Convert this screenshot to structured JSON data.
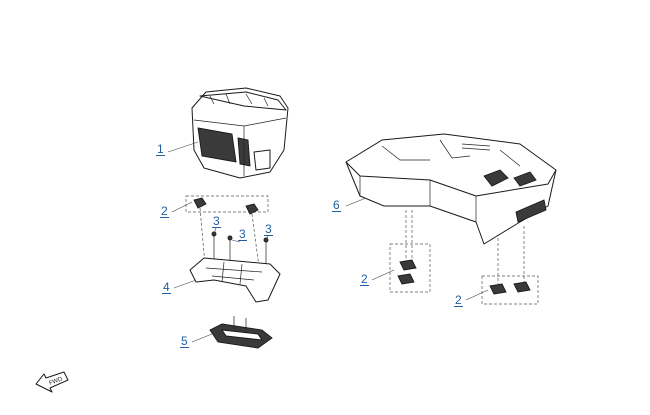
{
  "callouts": {
    "c1": "1",
    "c2a": "2",
    "c3a": "3",
    "c3b": "3",
    "c3c": "3",
    "c4": "4",
    "c5": "5",
    "c6": "6",
    "c2b": "2",
    "c2c": "2"
  },
  "arrow_label": "FWD",
  "colors": {
    "callout": "#1f5f9f",
    "line": "#1a1a1a"
  }
}
